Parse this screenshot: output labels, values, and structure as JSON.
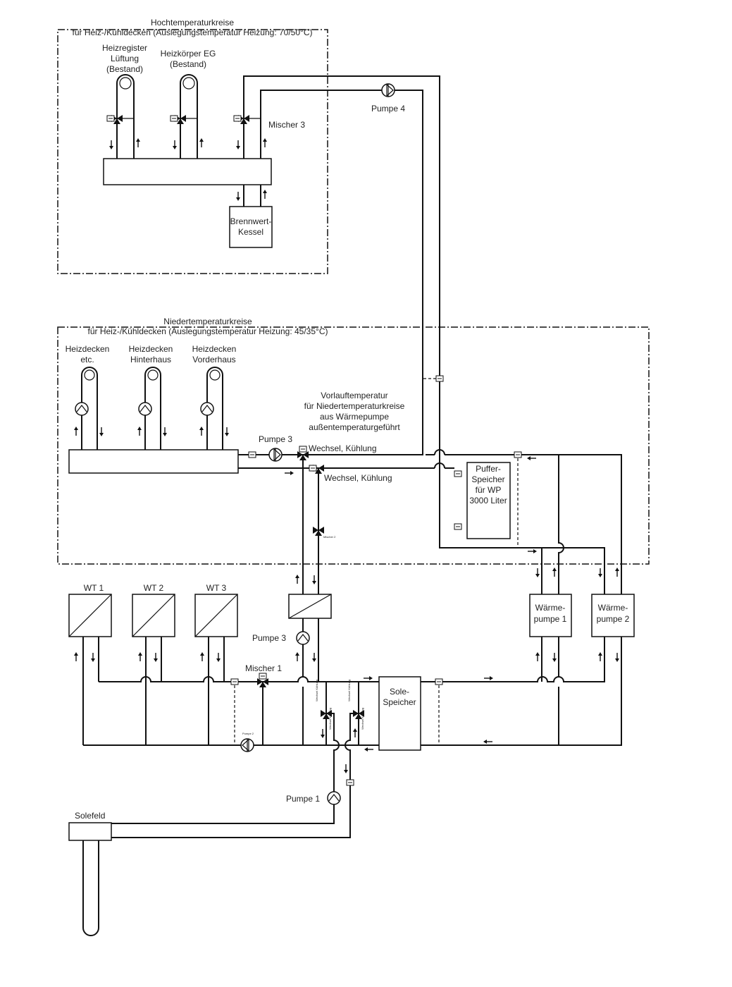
{
  "hochtemperatur": {
    "title_line1": "Hochtemperaturkreise",
    "title_line2": "für Heiz-/Kühldecken (Auslegungstemperatur Heizung: 70/50°C)",
    "circuits": [
      {
        "lines": [
          "Heizregister",
          "Lüftung",
          "(Bestand)"
        ]
      },
      {
        "lines": [
          "Heizkörper EG",
          "(Bestand)"
        ]
      }
    ],
    "mischer_label": "Mischer 3",
    "pumpe_label": "Pumpe 4",
    "kessel_lines": [
      "Brennwert-",
      "Kessel"
    ]
  },
  "niedertemperatur": {
    "title_line1": "Niedertemperaturkreise",
    "title_line2": "für Heiz-/Kühldecken (Auslegungstemperatur Heizung: 45/35°C)",
    "circuits": [
      {
        "lines": [
          "Heizdecken",
          "etc."
        ]
      },
      {
        "lines": [
          "Heizdecken",
          "Hinterhaus"
        ]
      },
      {
        "lines": [
          "Heizdecken",
          "Vorderhaus"
        ]
      }
    ],
    "note_lines": [
      "Vorlauftemperatur",
      "für Niedertemperaturkreise",
      "aus Wärmepumpe",
      "außentemperaturgeführt"
    ],
    "pumpe_label": "Pumpe 3",
    "wechsel1": "Wechsel, Kühlung",
    "wechsel2": "Wechsel, Kühlung",
    "mischer2_tiny": "Mischer 2",
    "puffer_lines": [
      "Puffer-",
      "Speicher",
      "für WP",
      "3000 Liter"
    ]
  },
  "bottom": {
    "wt": [
      "WT 1",
      "WT 2",
      "WT 3"
    ],
    "pumpe3_label": "Pumpe 3",
    "mischer1_label": "Mischer 1",
    "pumpe2_tiny": "Pumpe 2",
    "sole_lines": [
      "Sole-",
      "Speicher"
    ],
    "wp1_lines": [
      "Wärme-",
      "pumpe 1"
    ],
    "wp2_lines": [
      "Wärme-",
      "pumpe 2"
    ],
    "pumpe1_label": "Pumpe 1",
    "solefeld_label": "Solefeld",
    "valve_tiny": [
      "Wechsel Kühlung",
      "Wechsel Kühlung",
      "Wechsel Kühlung",
      "Wechsel Kühlung"
    ]
  }
}
